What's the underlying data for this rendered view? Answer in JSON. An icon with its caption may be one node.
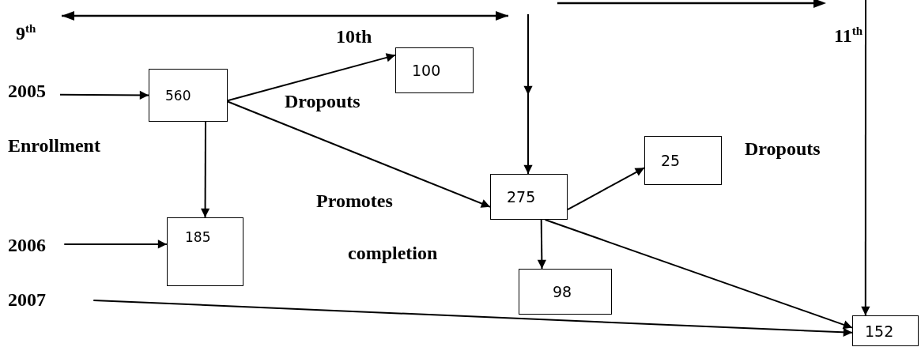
{
  "diagram": {
    "nodes": [
      {
        "text": [
          "2005"
        ]
      },
      {
        "text": [
          "560"
        ]
      },
      {
        "text": [
          "100"
        ]
      },
      {
        "text": [
          "2006"
        ]
      },
      {
        "text": [
          "185"
        ]
      },
      {
        "text": [
          "275"
        ]
      },
      {
        "text": [
          "25"
        ]
      },
      {
        "text": [
          "98"
        ]
      },
      {
        "text": [
          "2007"
        ]
      },
      {
        "text": [
          "152"
        ]
      }
    ],
    "edges": [
      {
        "from": 0,
        "to": 1,
        "arrow": "to"
      },
      {
        "from": 1,
        "to": 2,
        "arrow": "to"
      },
      {
        "from": 1,
        "to": 5,
        "arrow": "to"
      },
      {
        "from": 1,
        "to": 4,
        "arrow": "to"
      },
      {
        "from": 3,
        "to": 4,
        "arrow": "to"
      },
      {
        "from": null,
        "to": 5,
        "arrow": "to"
      },
      {
        "from": 5,
        "to": 6,
        "arrow": "to"
      },
      {
        "from": 5,
        "to": 7,
        "arrow": "to"
      },
      {
        "from": 5,
        "to": 9,
        "arrow": "to"
      },
      {
        "from": 8,
        "to": 9,
        "arrow": "to"
      },
      {
        "from": null,
        "to": 9,
        "arrow": "to"
      }
    ],
    "labels": [
      "9$^{th}$",
      "10th",
      "11$^{th}$",
      "Dropouts",
      "Enrollment",
      "Dropouts",
      "Promotes",
      "completion"
    ]
  }
}
